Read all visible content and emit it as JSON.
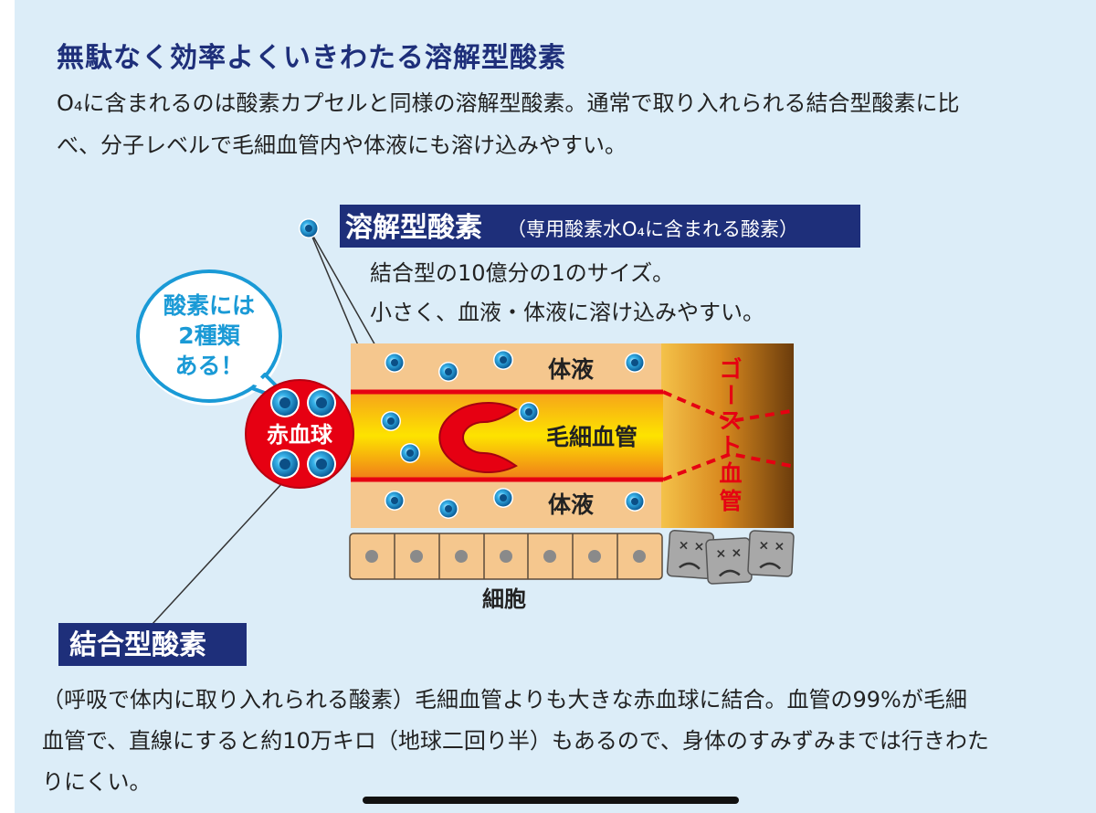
{
  "heading": "無駄なく効率よくいきわたる溶解型酸素",
  "intro_lines": [
    "O₄に含まれるのは酸素カプセルと同様の溶解型酸素。通常で取り入れられる結合型酸素に比",
    "べ、分子レベルで毛細血管内や体液にも溶け込みやすい。"
  ],
  "diagram": {
    "dissolved": {
      "title": "溶解型酸素",
      "subtitle": "（専用酸素水O₄に含まれる酸素）",
      "desc_lines": [
        "結合型の10億分の1のサイズ。",
        "小さく、血液・体液に溶け込みやすい。"
      ]
    },
    "bubble": {
      "line1": "酸素には",
      "line2": "2種類",
      "line3": "ある！"
    },
    "rbc_label": "赤血球",
    "fluid_top": "体液",
    "capillary": "毛細血管",
    "fluid_bottom": "体液",
    "ghost": [
      "ゴ",
      "ー",
      "ス",
      "ト",
      "血",
      "管"
    ],
    "cells_label": "細胞",
    "bound": {
      "title": "結合型酸素"
    }
  },
  "bottom_lines": [
    "（呼吸で体内に取り入れられる酸素）毛細血管よりも大きな赤血球に結合。血管の99%が毛細",
    "血管で、直線にすると約10万キロ（地球二回り半）もあるので、身体のすみずみまでは行きわた",
    "りにくい。"
  ],
  "colors": {
    "navy": "#1e2f7a",
    "red": "#e60012",
    "bubble_blue": "#1a9ad6",
    "fluid": "#f5c78e",
    "ghost_brown": "#7a4a12"
  }
}
